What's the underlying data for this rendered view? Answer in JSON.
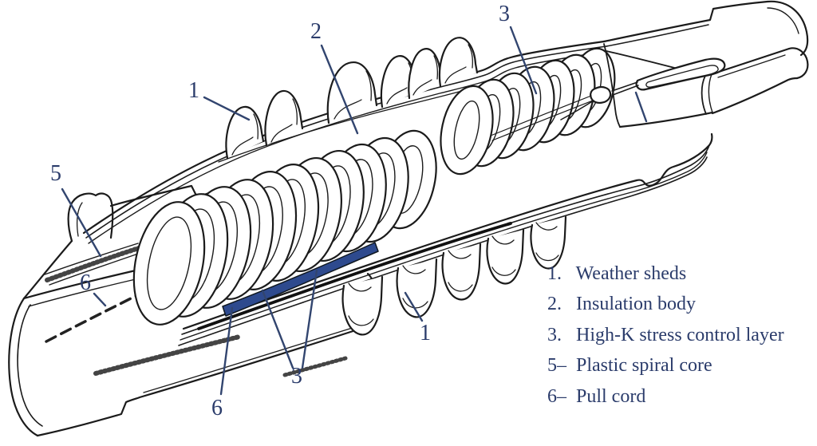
{
  "diagram": {
    "callouts": {
      "weather_sheds_top": "1",
      "insulation_body": "2",
      "stress_layer_top": "3",
      "spiral_core": "5",
      "pull_cord_left": "6",
      "pull_cord_bottom": "6",
      "stress_layer_bottom": "3",
      "weather_sheds_bottom": "1"
    },
    "colors": {
      "label": "#2b3c6b",
      "leader_line": "#32456f",
      "outline": "#1b1b1b",
      "stress_band_fill": "#2e4a8e",
      "background": "#ffffff"
    }
  },
  "legend": {
    "items": [
      {
        "marker": "1.",
        "label": "Weather sheds"
      },
      {
        "marker": "2.",
        "label": "Insulation body"
      },
      {
        "marker": "3.",
        "label": "High-K stress control layer"
      },
      {
        "marker": "5–",
        "label": "Plastic spiral core"
      },
      {
        "marker": "6–",
        "label": "Pull cord"
      }
    ]
  }
}
